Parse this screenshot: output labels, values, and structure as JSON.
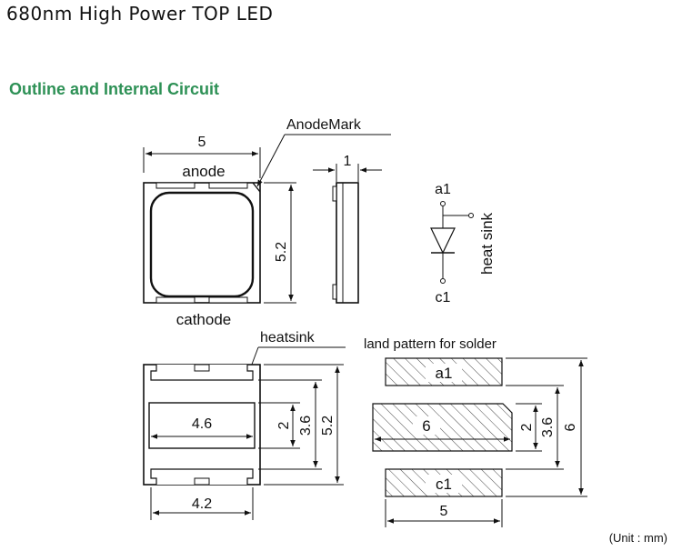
{
  "header": {
    "title": "680nm High Power TOP LED",
    "section": "Outline and Internal Circuit"
  },
  "top_view": {
    "width_dim": "5",
    "height_dim": "5.2",
    "anode_label": "anode",
    "cathode_label": "cathode",
    "anode_mark_label": "AnodeMark"
  },
  "side_view": {
    "thickness_dim": "1"
  },
  "circuit": {
    "anode_pin": "a1",
    "cathode_pin": "c1",
    "heatsink_label": "heat sink"
  },
  "bottom_view": {
    "heatsink_label": "heatsink",
    "pad_width_dim": "4.6",
    "pad_height_dim": "2",
    "inner_height_dim": "3.6",
    "total_height_dim": "5.2",
    "bottom_width_dim": "4.2"
  },
  "land_pattern": {
    "title": "land pattern for solder",
    "top_pad": "a1",
    "center_pad": "6",
    "bottom_pad": "c1",
    "width_dim": "5",
    "center_height_dim": "2",
    "inner_height_dim": "3.6",
    "total_height_dim": "6"
  },
  "footer": {
    "unit_note": "(Unit : mm)"
  }
}
